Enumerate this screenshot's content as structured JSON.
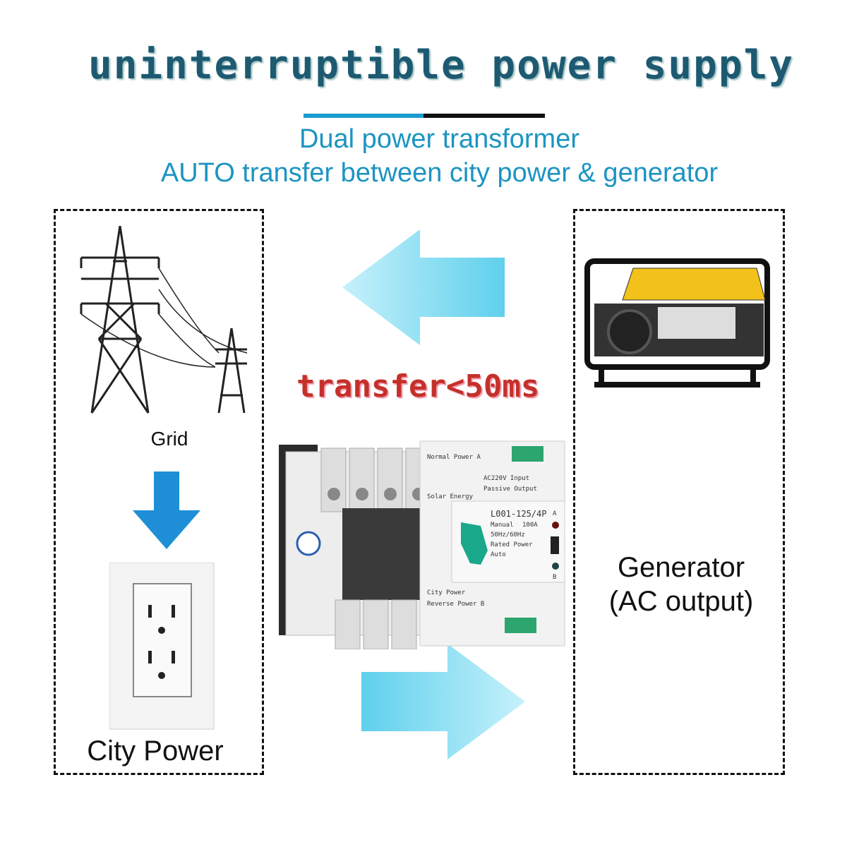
{
  "title": "uninterruptible power supply",
  "subtitle_line1": "Dual power transformer",
  "subtitle_line2": "AUTO transfer between city power & generator",
  "transfer_time": "transfer<50ms",
  "left_panel": {
    "grid_label": "Grid",
    "city_power_label": "City Power"
  },
  "right_panel": {
    "generator_label_line1": "Generator",
    "generator_label_line2": "(AC output)"
  },
  "device": {
    "model": "L001-125/4P",
    "current": "100A",
    "frequency": "50Hz/60Hz",
    "rated_power": "Rated Power",
    "solar_energy": "Solar Energy",
    "normal_power": "Normal Power A",
    "reverse_power": "Reverse Power B",
    "input": "AC220V Input",
    "output": "Passive Output",
    "manual": "Manual",
    "auto": "Auto",
    "ind_a": "A",
    "ind_b": "B",
    "city_power": "City Power"
  },
  "colors": {
    "title": "#1d5a72",
    "subtitle": "#1c94c2",
    "transfer": "#c4302a",
    "arrow": "#7fdcf0",
    "down_arrow": "#1e8fd6",
    "handle": "#1aa88a",
    "generator": "#f2c21a"
  }
}
